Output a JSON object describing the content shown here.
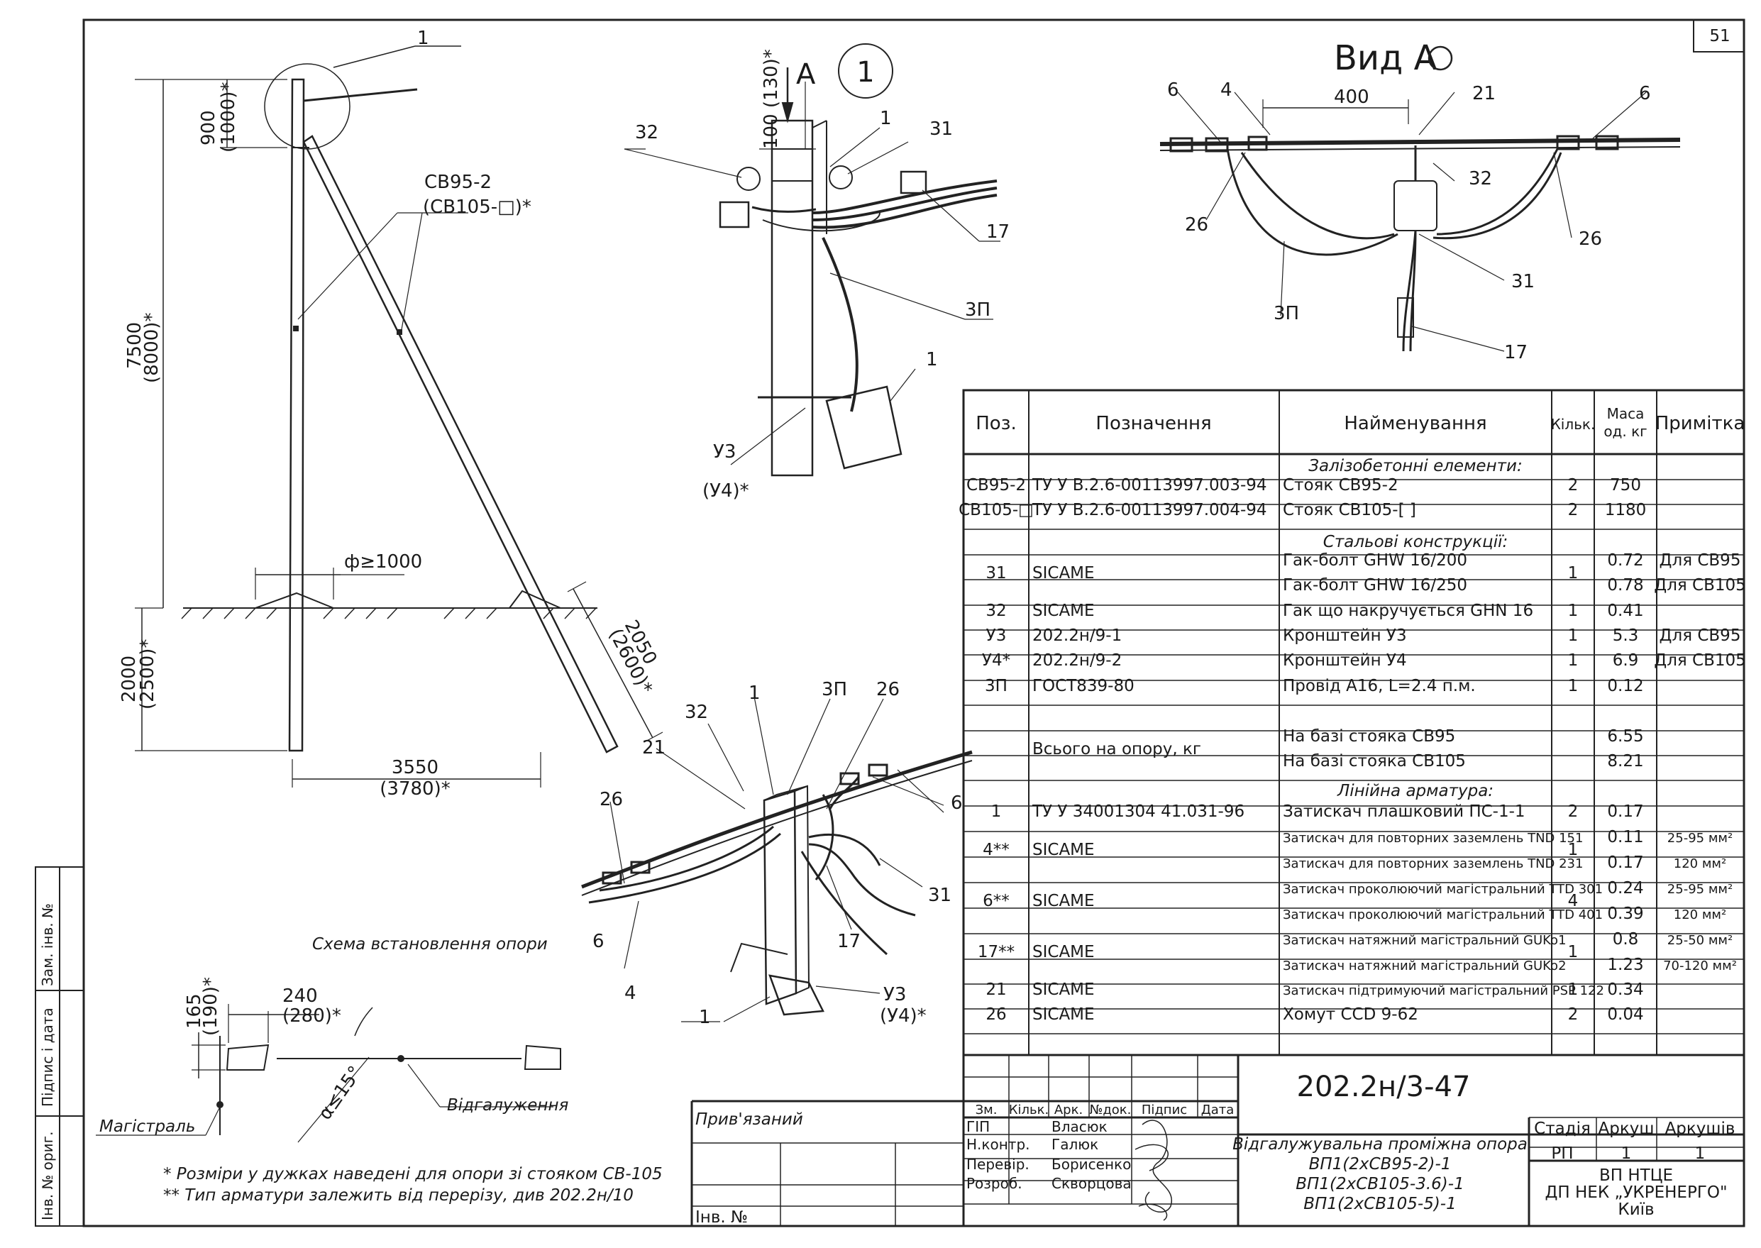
{
  "sheet_number": "51",
  "views": {
    "view_a_title": "Вид А",
    "arrow_a_letter": "А",
    "arrow_a_number": "1",
    "detail_number": "1"
  },
  "labels": {
    "l_1": "1",
    "l_31": "31",
    "l_32": "32",
    "l_17": "17",
    "l_3p": "3П",
    "l_u3": "У3",
    "l_u4": "(У4)*",
    "l_6": "6",
    "l_4": "4",
    "l_21": "21",
    "l_26": "26",
    "l_cb95": "СВ95-2",
    "l_cb105": "(СВ105-□)*"
  },
  "dimensions": {
    "d_900": "900",
    "d_1000": "(1000)*",
    "d_7500": "7500",
    "d_8000": "(8000)*",
    "d_2000": "2000",
    "d_2500": "(2500)*",
    "d_2050": "2050",
    "d_2600": "(2600)*",
    "d_3550": "3550",
    "d_3780": "(3780)*",
    "d_phi": "ф≥1000",
    "d_100": "100 (130)*",
    "d_400": "400",
    "d_165": "165",
    "d_190": "(190)*",
    "d_240": "240",
    "d_280": "(280)*",
    "d_alpha": "α≤15°"
  },
  "scheme": {
    "title": "Схема встановлення опори",
    "mahistral": "Магістраль",
    "vidgaluzhennia": "Відгалуження"
  },
  "notes": {
    "note1": "* Розміри у дужках наведені для опори зі стояком СВ-105",
    "note2": "** Тип арматури залежить від перерізу, див 202.2н/10"
  },
  "side_stamp": {
    "zam": "Зам. інв. №",
    "pidpys": "Підпис і дата",
    "inv": "Інв. № ориг."
  },
  "spec_table": {
    "headers": {
      "poz": "Поз.",
      "poznach": "Позначення",
      "naim": "Найменування",
      "kilk": "Кільк.",
      "masa1": "Маса",
      "masa2": "од. кг",
      "prym": "Примітка"
    },
    "sections": {
      "s1": "Залізобетонні елементи:",
      "s2": "Стальові конструкції:",
      "s3": "Лінійна арматура:"
    },
    "rows": [
      {
        "poz": "СВ95-2",
        "poznach": "ТУ У В.2.6-00113997.003-94",
        "naim": "Стояк СВ95-2",
        "kilk": "2",
        "masa": "750",
        "prym": ""
      },
      {
        "poz": "СВ105-□",
        "poznach": "ТУ У В.2.6-00113997.004-94",
        "naim": "Стояк СВ105-[     ]",
        "kilk": "2",
        "masa": "1180",
        "prym": ""
      },
      {
        "poz": "31",
        "poznach": "SICAME",
        "naim": "Гак-болт GHW 16/200",
        "kilk": "1",
        "masa": "0.72",
        "prym": "Для СВ95"
      },
      {
        "poz": "",
        "poznach": "",
        "naim": "Гак-болт GHW 16/250",
        "kilk": "",
        "masa": "0.78",
        "prym": "Для СВ105"
      },
      {
        "poz": "32",
        "poznach": "SICAME",
        "naim": "Гак що накручується GHN 16",
        "kilk": "1",
        "masa": "0.41",
        "prym": ""
      },
      {
        "poz": "У3",
        "poznach": "202.2н/9-1",
        "naim": "Кронштейн У3",
        "kilk": "1",
        "masa": "5.3",
        "prym": "Для СВ95"
      },
      {
        "poz": "У4*",
        "poznach": "202.2н/9-2",
        "naim": "Кронштейн У4",
        "kilk": "1",
        "masa": "6.9",
        "prym": "Для СВ105"
      },
      {
        "poz": "3П",
        "poznach": "ГОСТ839-80",
        "naim": "Провід А16, L=2.4 п.м.",
        "kilk": "1",
        "masa": "0.12",
        "prym": ""
      },
      {
        "poz": "",
        "poznach": "Всього на опору, кг",
        "naim": "На базі стояка СВ95",
        "kilk": "",
        "masa": "6.55",
        "prym": ""
      },
      {
        "poz": "",
        "poznach": "",
        "naim": "На базі стояка СВ105",
        "kilk": "",
        "masa": "8.21",
        "prym": ""
      },
      {
        "poz": "1",
        "poznach": "ТУ У 34001304 41.031-96",
        "naim": "Затискач плашковий ПС-1-1",
        "kilk": "2",
        "masa": "0.17",
        "prym": ""
      },
      {
        "poz": "4**",
        "poznach": "SICAME",
        "naim": "Затискач для повторних заземлень TND 151",
        "kilk": "1",
        "masa": "0.11",
        "prym": "25-95 мм²"
      },
      {
        "poz": "",
        "poznach": "",
        "naim": "Затискач для повторних заземлень TND 231",
        "kilk": "",
        "masa": "0.17",
        "prym": "120 мм²"
      },
      {
        "poz": "6**",
        "poznach": "SICAME",
        "naim": "Затискач проколюючий магістральний TTD 301",
        "kilk": "4",
        "masa": "0.24",
        "prym": "25-95 мм²"
      },
      {
        "poz": "",
        "poznach": "",
        "naim": "Затискач проколюючий магістральний TTD 401",
        "kilk": "",
        "masa": "0.39",
        "prym": "120 мм²"
      },
      {
        "poz": "17**",
        "poznach": "SICAME",
        "naim": "Затискач натяжний магістральний GUKo1",
        "kilk": "1",
        "masa": "0.8",
        "prym": "25-50 мм²"
      },
      {
        "poz": "",
        "poznach": "",
        "naim": "Затискач натяжний магістральний GUKo2",
        "kilk": "",
        "masa": "1.23",
        "prym": "70-120 мм²"
      },
      {
        "poz": "21",
        "poznach": "SICAME",
        "naim": "Затискач підтримуючий магістральний PSP 122",
        "kilk": "1",
        "masa": "0.34",
        "prym": ""
      },
      {
        "poz": "26",
        "poznach": "SICAME",
        "naim": "Хомут CCD 9-62",
        "kilk": "2",
        "masa": "0.04",
        "prym": ""
      }
    ]
  },
  "title_block": {
    "pryviazanyi": "Прив'язаний",
    "inv_no": "Інв. №",
    "code": "202.2н/3-47",
    "cols": {
      "zm": "Зм.",
      "kilk": "Кільк.",
      "ark": "Арк.",
      "ndok": "№док.",
      "pidpys": "Підпис",
      "data": "Дата"
    },
    "roles": [
      {
        "role": "ГІП",
        "name": "Власюк"
      },
      {
        "role": "Н.контр.",
        "name": "Галюк"
      },
      {
        "role": "Перевір.",
        "name": "Борисенко"
      },
      {
        "role": "Розроб.",
        "name": "Скворцова"
      }
    ],
    "desc1": "Відгалужувальна проміжна опора",
    "desc2": "ВП1(2хСВ95-2)-1",
    "desc3": "ВП1(2хСВ105-3.6)-1",
    "desc4": "ВП1(2хСВ105-5)-1",
    "stadiia": "Стадія",
    "arkush": "Аркуш",
    "arkushiv": "Аркушів",
    "stadiia_val": "РП",
    "arkush_val": "1",
    "arkushiv_val": "1",
    "org1": "ВП НТЦЕ",
    "org2": "ДП НЕК „УКРЕНЕРГО\"",
    "org3": "Київ"
  }
}
